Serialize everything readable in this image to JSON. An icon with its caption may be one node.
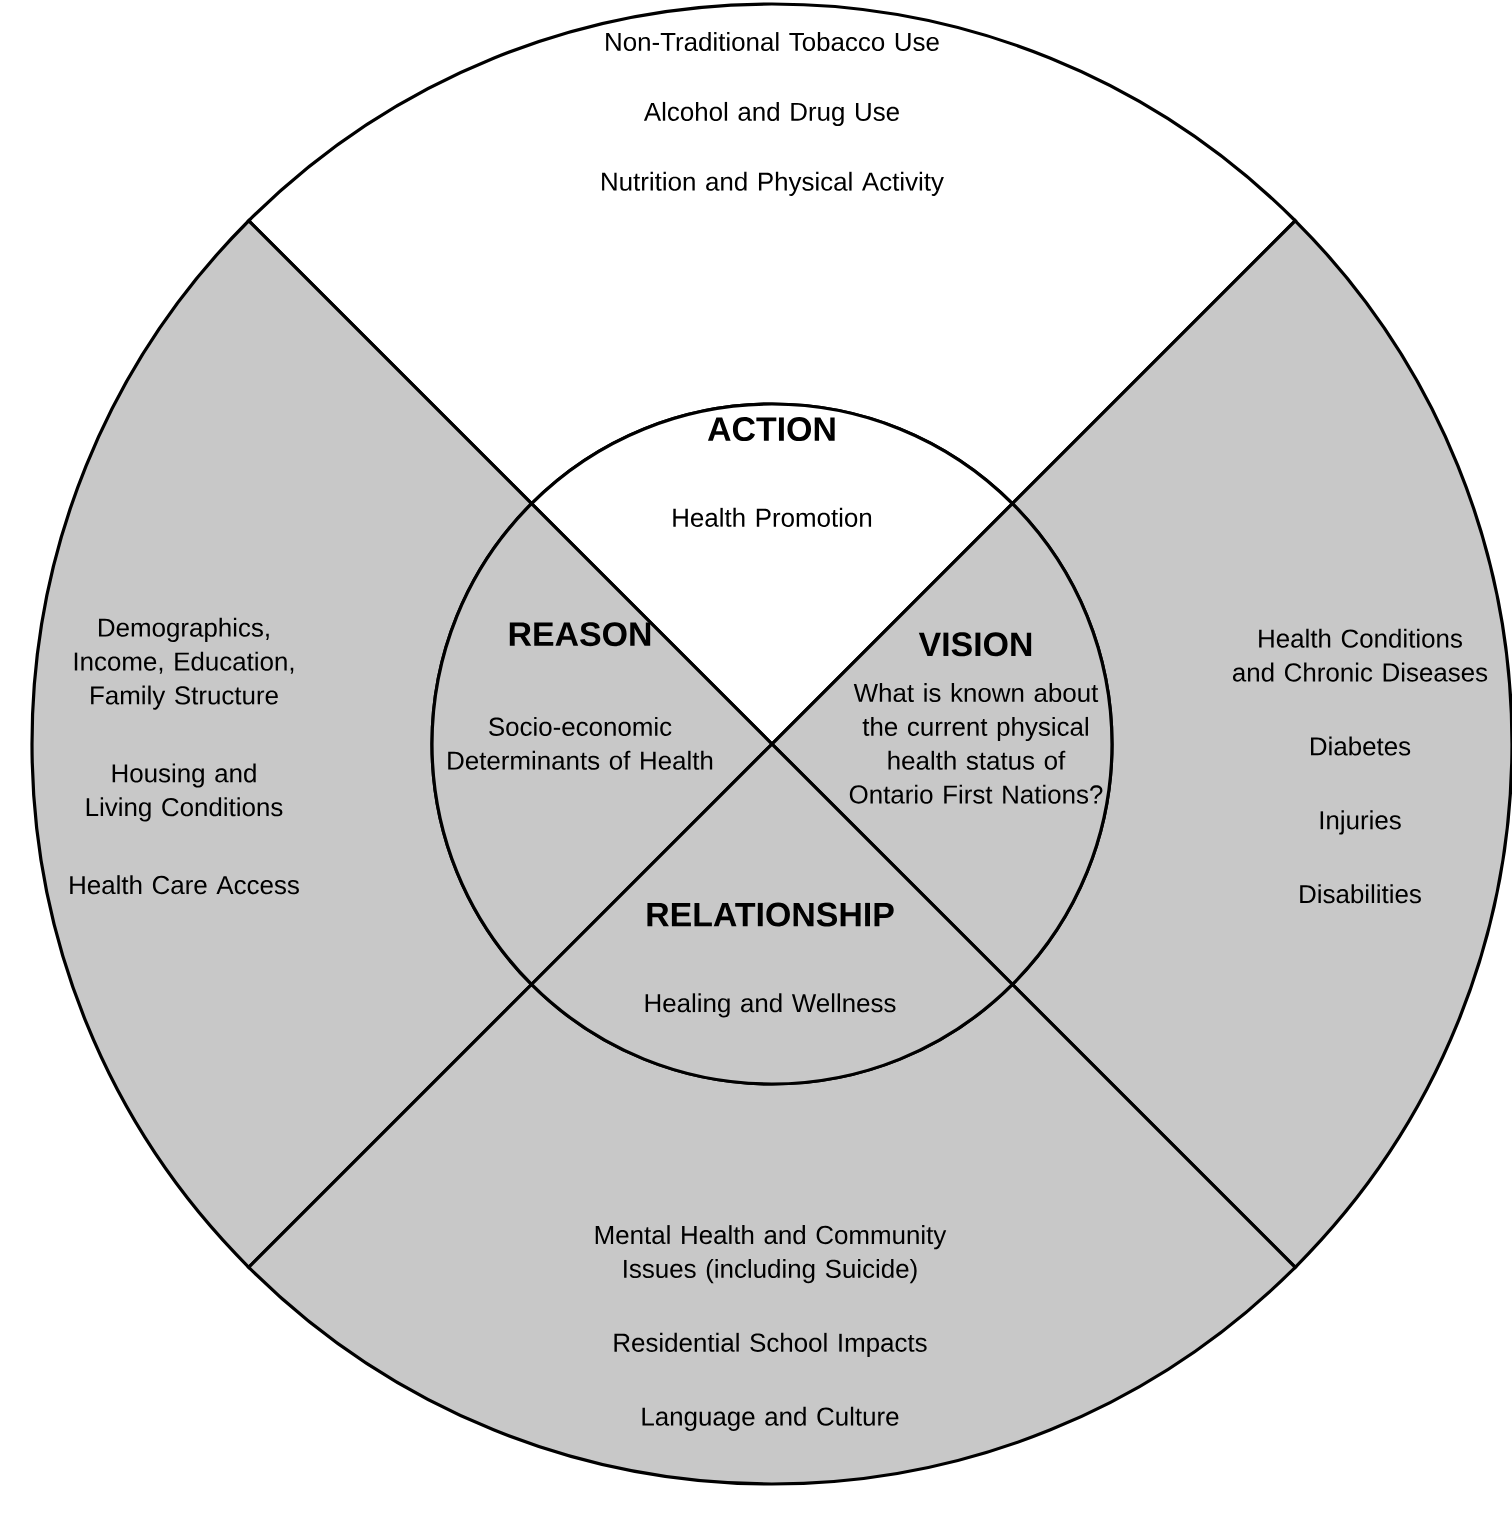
{
  "diagram": {
    "nodes": [
      {
        "text": [
          "Non-Traditional Tobacco Use",
          "Alcohol and Drug Use",
          "Nutrition and Physical Activity"
        ]
      },
      {
        "text": [
          "ACTION",
          "Health Promotion"
        ]
      },
      {
        "text": [
          "Demographics, Income, Education, Family Structure",
          "Housing and Living Conditions",
          "Health Care Access"
        ]
      },
      {
        "text": [
          "REASON",
          "Socio-economic Determinants of Health"
        ]
      },
      {
        "text": [
          "VISION",
          "What is known about the current physical health status of Ontario First Nations?"
        ]
      },
      {
        "text": [
          "Health Conditions and Chronic Diseases",
          "Diabetes",
          "Injuries",
          "Disabilities"
        ]
      },
      {
        "text": [
          "RELATIONSHIP",
          "Healing and Wellness"
        ]
      },
      {
        "text": [
          "Mental Health and Community Issues (including Suicide)",
          "Residential School Impacts",
          "Language and Culture"
        ]
      }
    ]
  }
}
